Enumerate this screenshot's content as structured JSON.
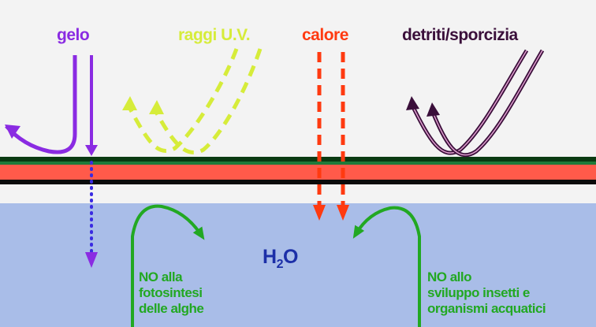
{
  "labels": {
    "gelo": "gelo",
    "raggi_uv": "raggi U.V.",
    "calore": "calore",
    "detriti": "detriti/sporcizia"
  },
  "water": {
    "formula_main": "H",
    "formula_sub": "2",
    "formula_tail": "O"
  },
  "notes": {
    "left": [
      "NO alla",
      "fotosintesi",
      "delle alghe"
    ],
    "right": [
      "NO allo",
      "sviluppo insetti e",
      "organismi acquatici"
    ]
  },
  "colors": {
    "gelo": "#8a2be2",
    "raggi_uv": "#d6ec3a",
    "calore": "#ff3a10",
    "detriti": "#3a0f3a",
    "notes": "#22a822",
    "water": "#a9bde8",
    "film": "#ff5a4a",
    "water_text": "#1c2fa8"
  },
  "icons": [
    "arrow-down-icon",
    "arrow-up-icon",
    "curved-arrow-icon"
  ]
}
